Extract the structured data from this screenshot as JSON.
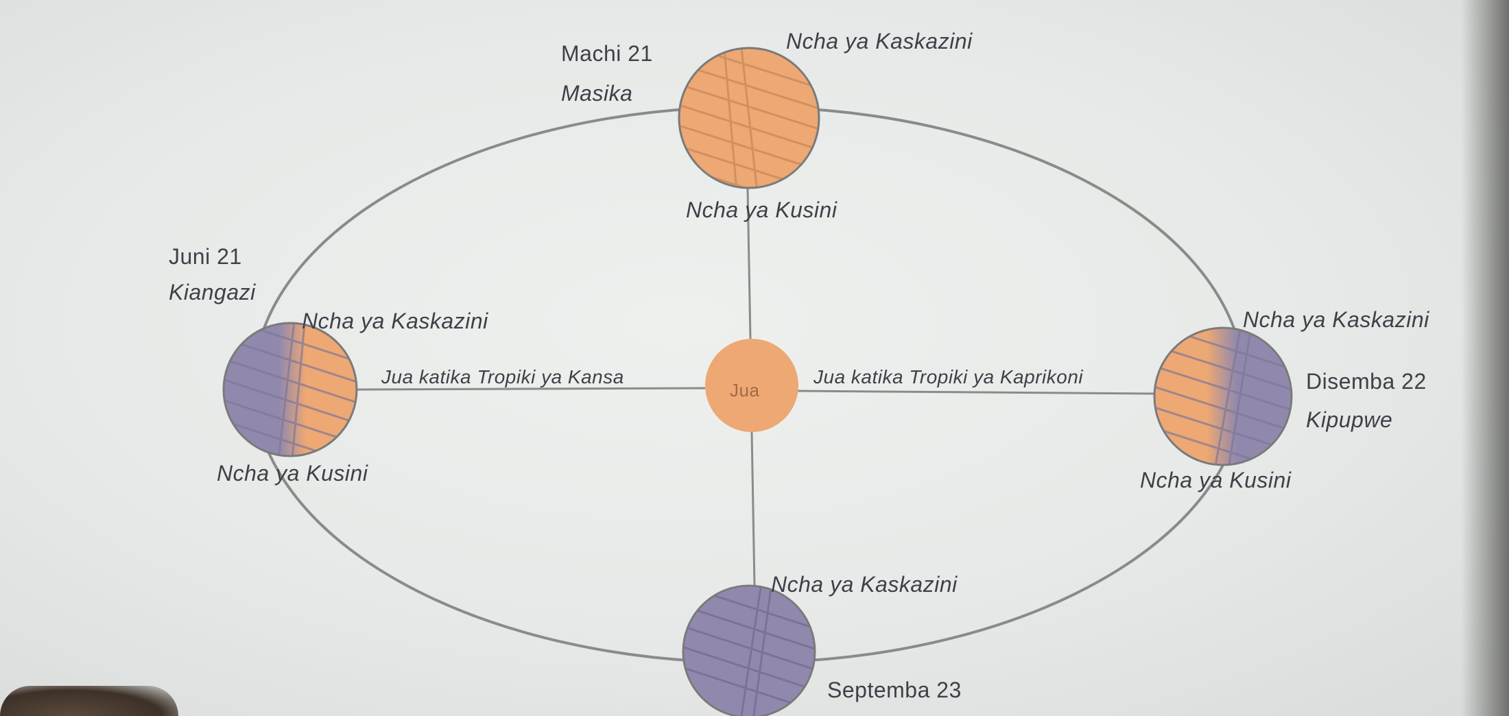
{
  "colors": {
    "orbit": "#8a8a8a",
    "lit": "#eda873",
    "dark": "#9189ad",
    "sun": "#eda873",
    "text": "#3f3f48"
  },
  "sun": {
    "label": "Jua"
  },
  "positions": {
    "top": {
      "date": "Machi 21",
      "season": "Masika",
      "north_pole": "Ncha ya Kaskazini",
      "south_pole": "Ncha ya Kusini"
    },
    "left": {
      "date": "Juni 21",
      "season": "Kiangazi",
      "north_pole": "Ncha ya Kaskazini",
      "south_pole": "Ncha ya Kusini"
    },
    "right": {
      "date": "Disemba 22",
      "season": "Kipupwe",
      "north_pole": "Ncha ya Kaskazini",
      "south_pole": "Ncha ya Kusini"
    },
    "bottom": {
      "date": "Septemba 23",
      "north_pole": "Ncha ya Kaskazini"
    }
  },
  "rays": {
    "left": "Jua katika Tropiki ya Kansa",
    "right": "Jua katika Tropiki ya Kaprikoni"
  }
}
